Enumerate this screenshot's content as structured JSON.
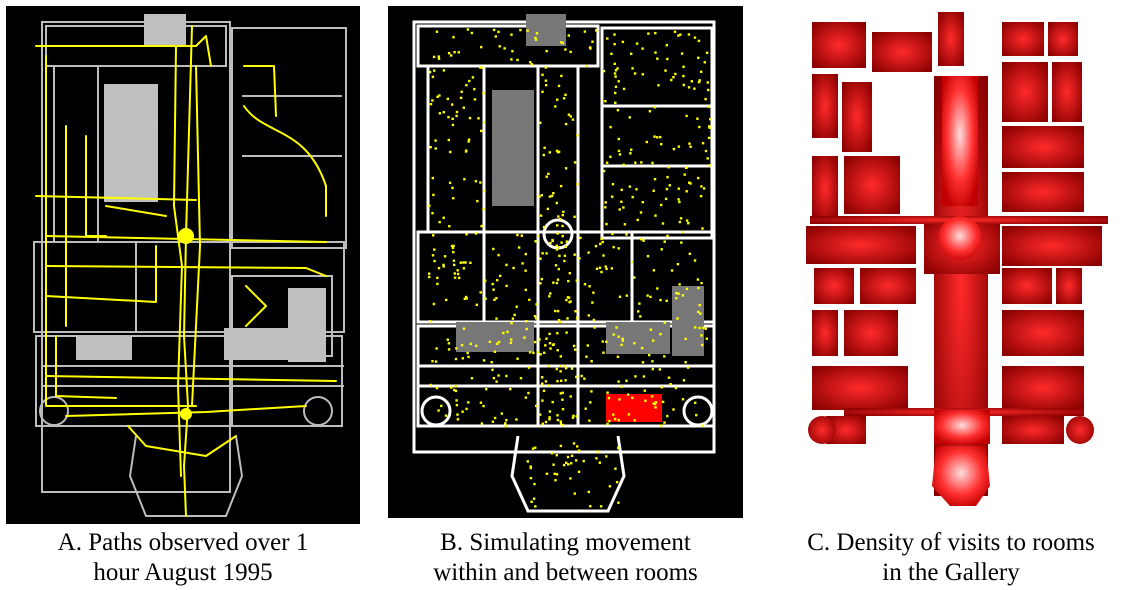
{
  "colors": {
    "panel_background": "#000000",
    "walls_panel_a": "#bcbcbc",
    "walls_panel_b": "#ffffff",
    "paths": "#ffff00",
    "dots": "#ffff00",
    "closed_rooms_a": "#c0c0c0",
    "closed_rooms_b": "#777777",
    "highlight_room": "#ff0000",
    "density_low": "#7a0000",
    "density_high": "#ffdddd"
  },
  "panels": [
    {
      "id": "A",
      "caption_lines": [
        "A. Paths observed over 1",
        "hour August 1995"
      ]
    },
    {
      "id": "B",
      "caption_lines": [
        "B. Simulating movement",
        "within and between rooms"
      ]
    },
    {
      "id": "C",
      "caption_lines": [
        "C. Density of visits to rooms",
        "in the Gallery"
      ]
    }
  ]
}
